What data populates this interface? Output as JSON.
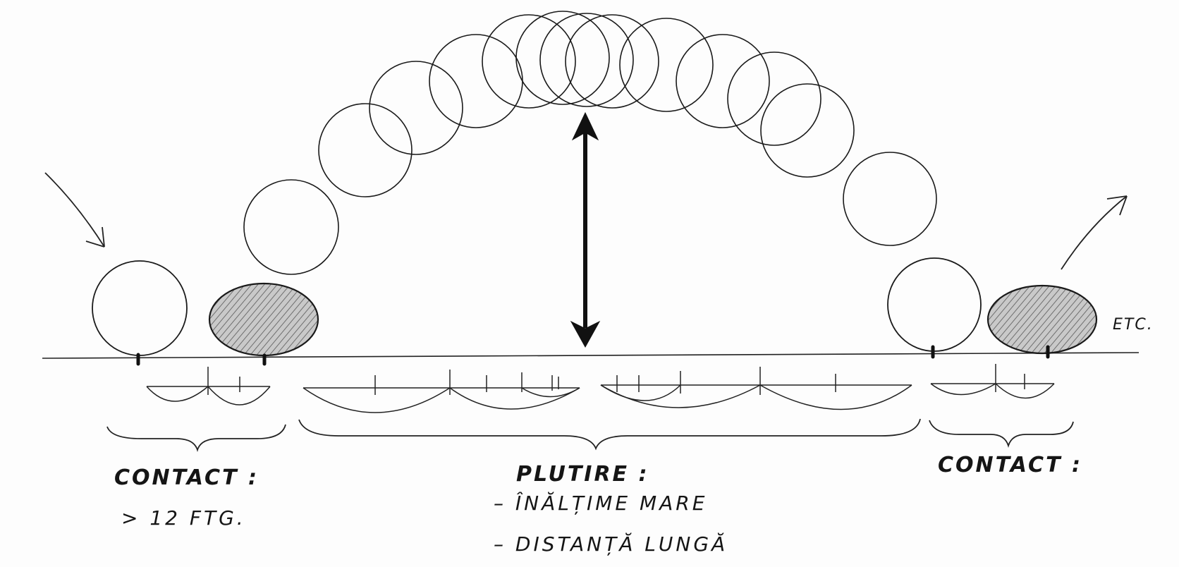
{
  "labels": {
    "contact_left": "CONTACT :",
    "contact_left_note": "> 12 FTG.",
    "plutire": "PLUTIRE :",
    "plutire_line1": "– ÎNĂLȚIME MARE",
    "plutire_line2": "– DISTANȚĂ LUNGĂ",
    "contact_right": "CONTACT :",
    "etc": "ETC."
  },
  "colors": {
    "ink": "#1a1a1a",
    "shade": "#8a8a8a",
    "paper": "#fdfdfd"
  }
}
